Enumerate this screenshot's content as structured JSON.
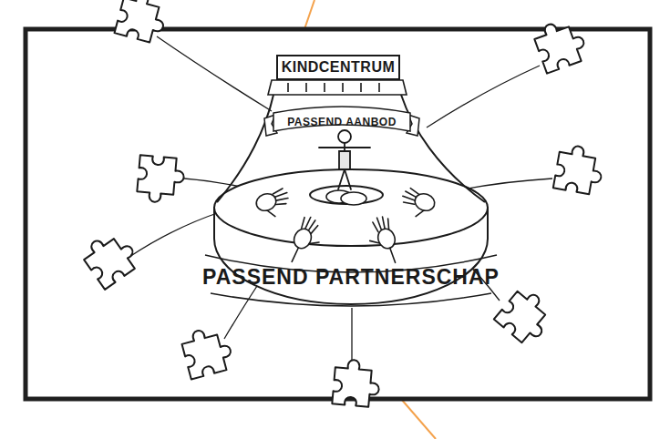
{
  "diagram": {
    "nodes": [
      {
        "text": [
          "KINDCENTRUM"
        ]
      },
      {
        "text": [
          "PASSEND AANBOD"
        ]
      },
      {
        "text": [
          "PASSEND PARTNERSCHAP"
        ]
      }
    ]
  }
}
